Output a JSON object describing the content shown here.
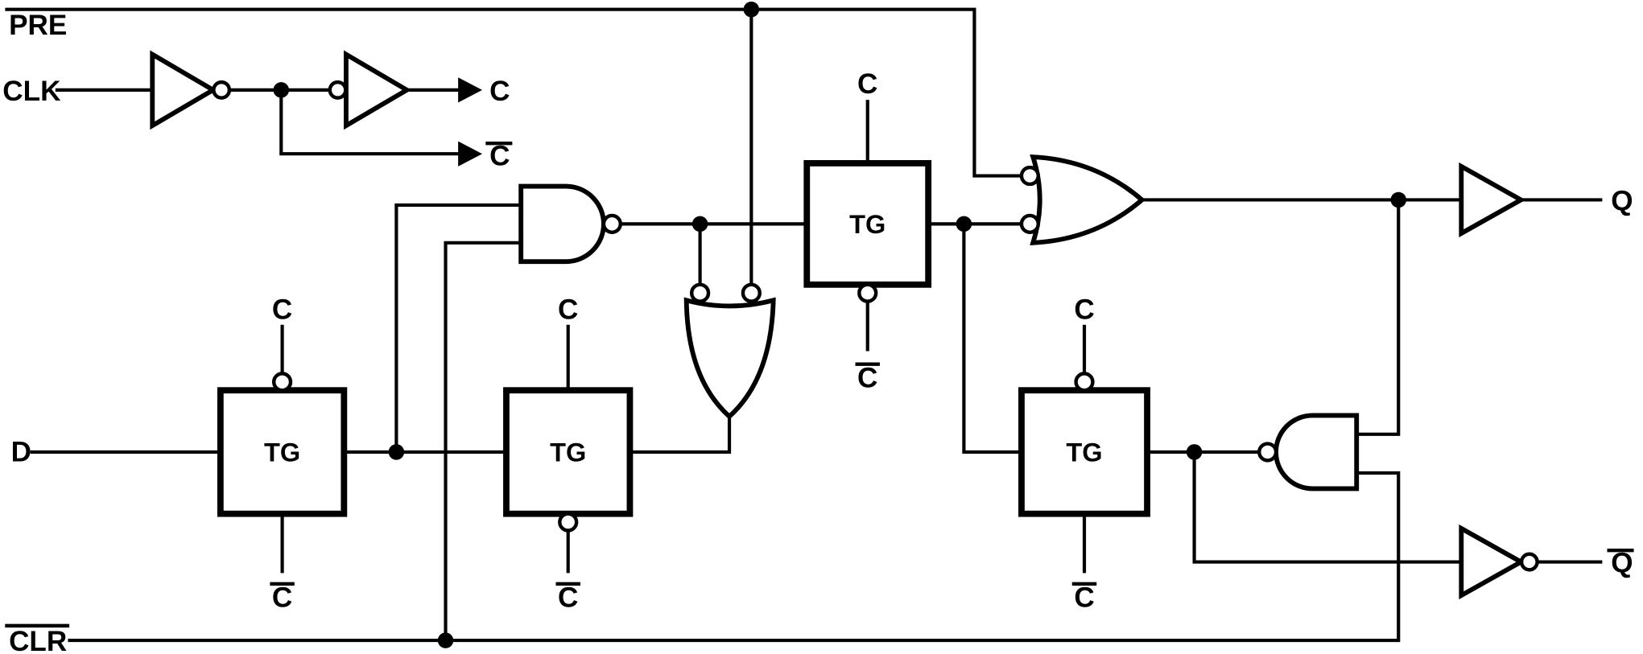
{
  "diagram": {
    "colors": {
      "line": "#000000",
      "background": "#ffffff"
    },
    "labels": {
      "preset": "PRE",
      "clock": "CLK",
      "data_input": "D",
      "clear": "CLR",
      "clock_true": "C",
      "clock_complement": "C",
      "q": "Q",
      "q_complement": "Q",
      "tg": "TG"
    },
    "overlines": {
      "preset": true,
      "clear": true,
      "clock_complement": true,
      "q_complement": true
    }
  }
}
